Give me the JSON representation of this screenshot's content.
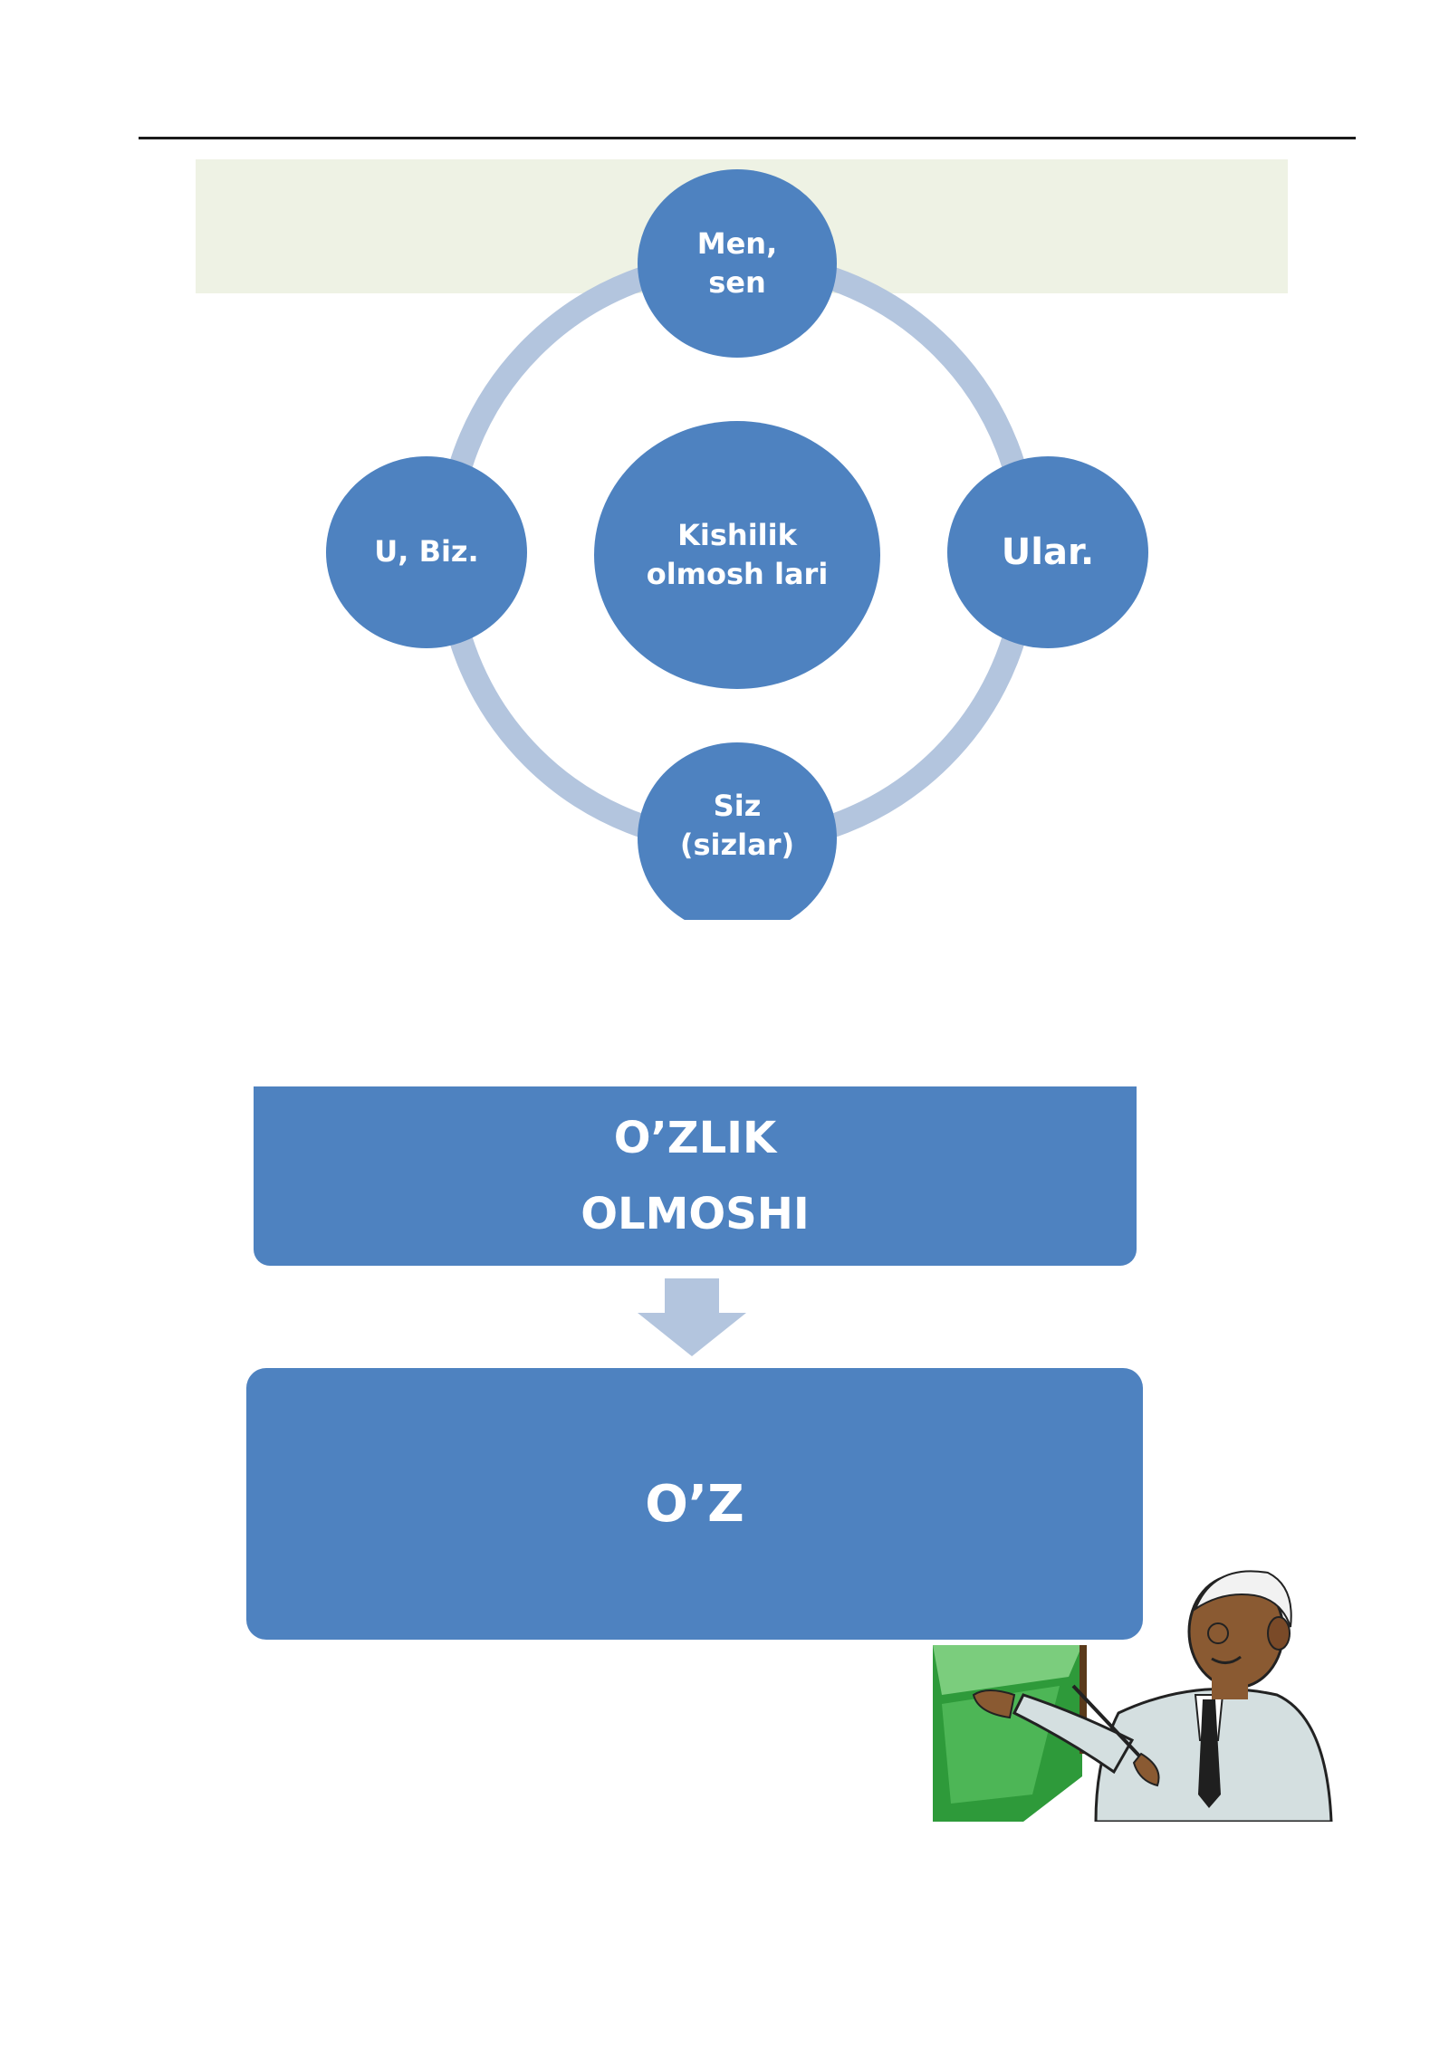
{
  "cycle_diagram": {
    "center": {
      "line1": "Kishilik",
      "line2": "olmosh lari"
    },
    "nodes": {
      "top": {
        "line1": "Men,",
        "line2": "sen"
      },
      "right": {
        "line1": "Ular."
      },
      "bottom": {
        "line1": "Siz",
        "line2": "(sizlar)"
      },
      "left": {
        "line1": "U, Biz."
      }
    }
  },
  "process_diagram": {
    "top_box": {
      "line1": "O’ZLIK",
      "line2": "OLMOSHI"
    },
    "bottom_box": {
      "label": "O’Z"
    }
  },
  "colors": {
    "node_fill": "#4e82c0",
    "ring": "#b3c5de",
    "panel": "#eef2e4",
    "arrow": "#b3c5de"
  },
  "illustration": {
    "icon": "teacher-pointing-at-board-icon"
  }
}
